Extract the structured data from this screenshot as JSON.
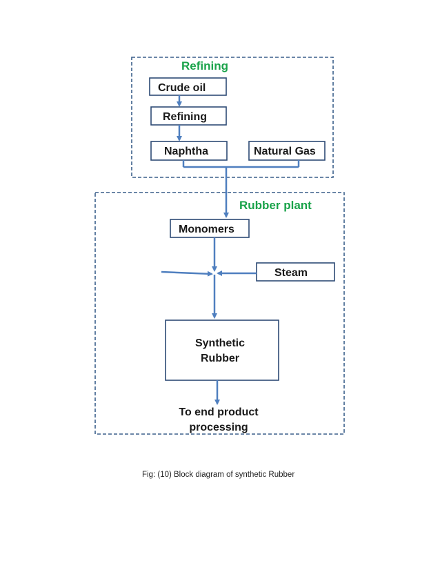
{
  "refining_section": {
    "title": "Refining"
  },
  "rubber_plant_section": {
    "title": "Rubber plant"
  },
  "nodes": {
    "crude_oil": "Crude oil",
    "refining": "Refining",
    "naphtha": "Naphtha",
    "natural_gas": "Natural Gas",
    "monomers": "Monomers",
    "steam": "Steam",
    "synthetic_rubber_line1": "Synthetic",
    "synthetic_rubber_line2": "Rubber",
    "end_line1": "To end product",
    "end_line2": "processing"
  },
  "caption": "Fig: (10) Block diagram of synthetic Rubber",
  "colors": {
    "section_title": "#1aa34a",
    "arrow": "#4f7fbf",
    "box_border": "#2d4a74",
    "section_border": "#3a5f8a"
  }
}
